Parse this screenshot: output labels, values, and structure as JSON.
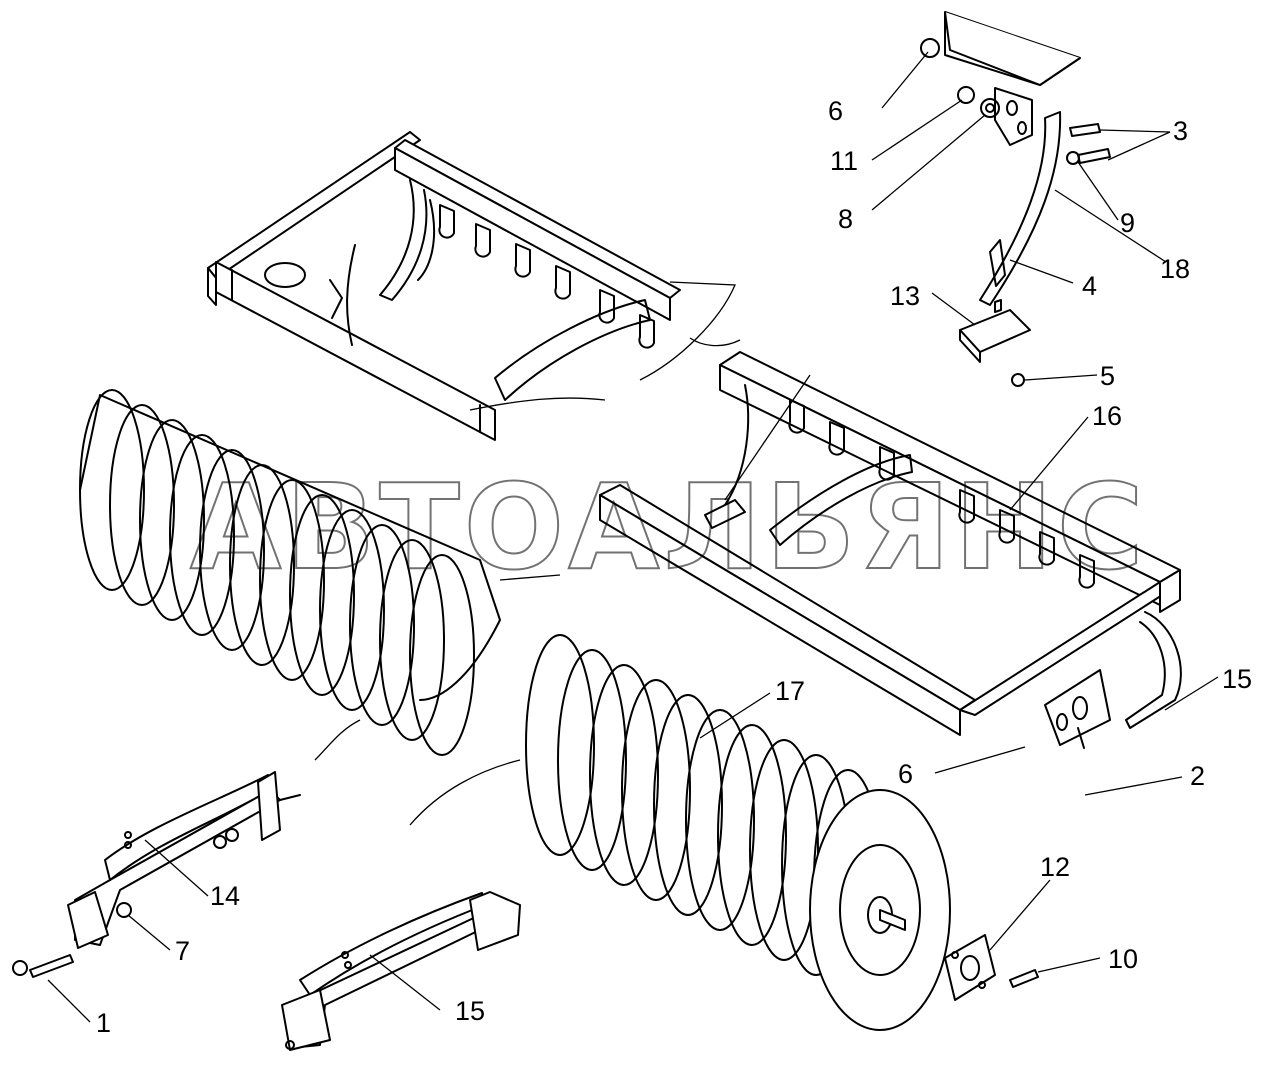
{
  "watermark": "АВТОАЛЬЯНС",
  "callouts": [
    {
      "id": "c6a",
      "text": "6"
    },
    {
      "id": "c11",
      "text": "11"
    },
    {
      "id": "c8",
      "text": "8"
    },
    {
      "id": "c3",
      "text": "3"
    },
    {
      "id": "c9",
      "text": "9"
    },
    {
      "id": "c18",
      "text": "18"
    },
    {
      "id": "c4",
      "text": "4"
    },
    {
      "id": "c13",
      "text": "13"
    },
    {
      "id": "c5",
      "text": "5"
    },
    {
      "id": "c16",
      "text": "16"
    },
    {
      "id": "c15a",
      "text": "15"
    },
    {
      "id": "c17",
      "text": "17"
    },
    {
      "id": "c6b",
      "text": "6"
    },
    {
      "id": "c2",
      "text": "2"
    },
    {
      "id": "c14",
      "text": "14"
    },
    {
      "id": "c12",
      "text": "12"
    },
    {
      "id": "c7",
      "text": "7"
    },
    {
      "id": "c10",
      "text": "10"
    },
    {
      "id": "c1",
      "text": "1"
    },
    {
      "id": "c15b",
      "text": "15"
    }
  ]
}
